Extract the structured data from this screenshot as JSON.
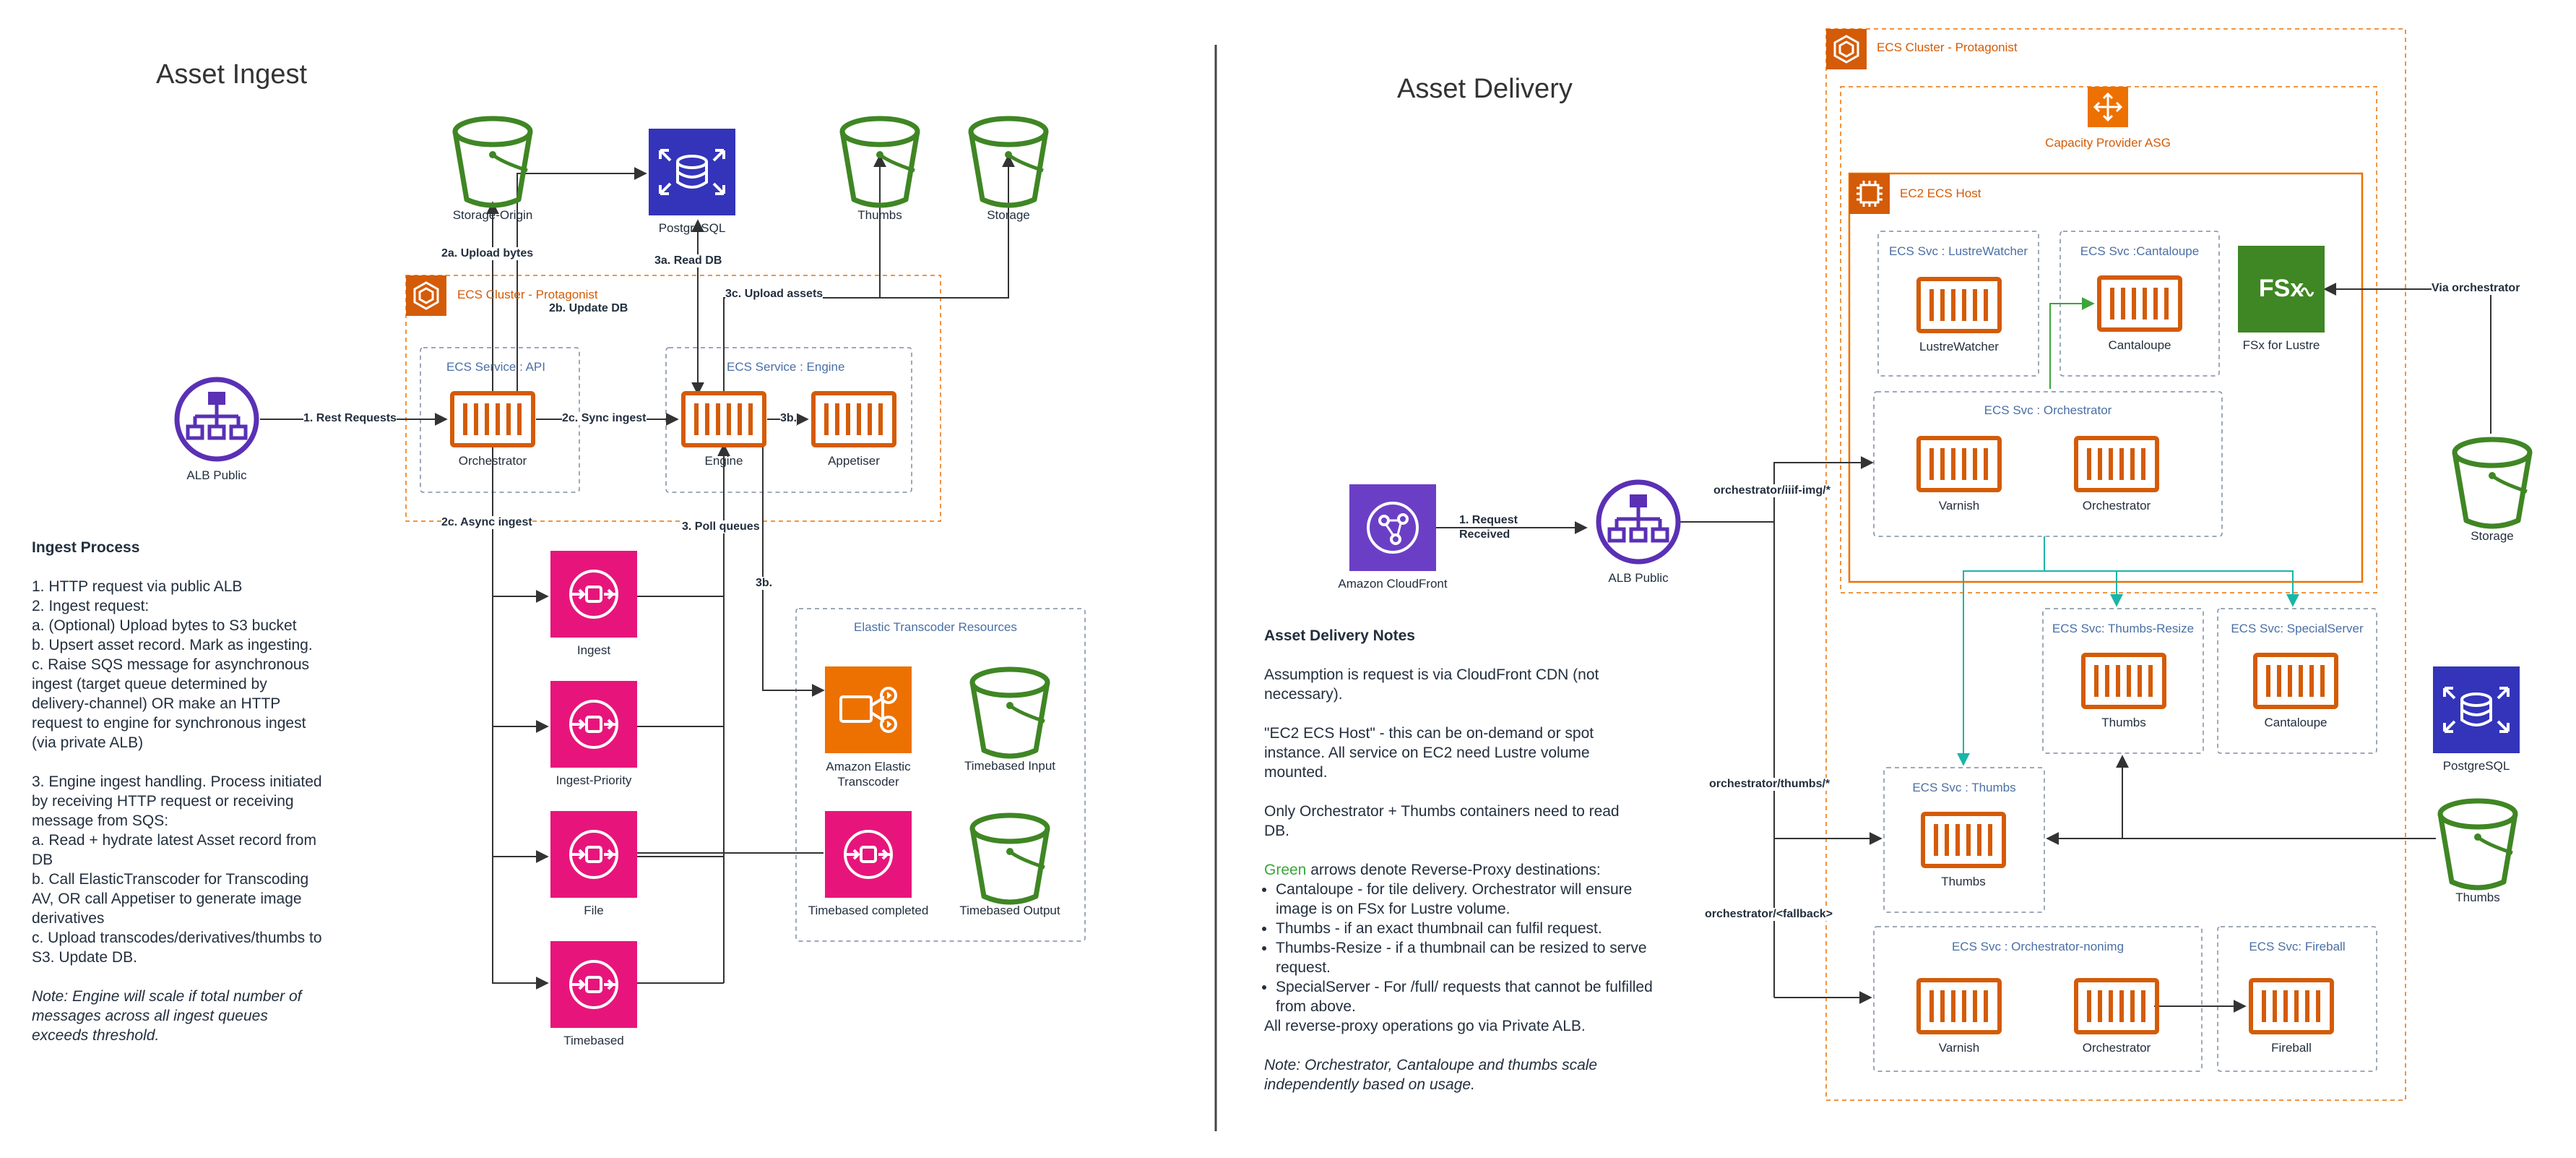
{
  "ingest": {
    "title": "Asset Ingest",
    "cluster_label": "ECS Cluster - Protagonist",
    "svc_api_label": "ECS Service : API",
    "svc_engine_label": "ECS Service : Engine",
    "transcoder_group_label": "Elastic Transcoder Resources",
    "nodes": {
      "storage_origin": "Storage-Origin",
      "postgres": "PostgreSQL",
      "thumbs": "Thumbs",
      "storage": "Storage",
      "alb": "ALB Public",
      "orchestrator": "Orchestrator",
      "engine": "Engine",
      "appetiser": "Appetiser",
      "q_ingest": "Ingest",
      "q_priority": "Ingest-Priority",
      "q_file": "File",
      "q_timebased": "Timebased",
      "transcoder": "Amazon Elastic\nTranscoder",
      "timebased_input": "Timebased Input",
      "timebased_completed": "Timebased completed",
      "timebased_output": "Timebased Output"
    },
    "edges": {
      "rest": "1. Rest Requests",
      "upload_bytes": "2a. Upload bytes",
      "update_db": "2b. Update DB",
      "sync_ingest": "2c. Sync ingest",
      "async_ingest": "2c. Async ingest",
      "read_db": "3a. Read DB",
      "upload_assets": "3c. Upload assets",
      "e3b_right": "3b.",
      "poll": "3. Poll queues",
      "e3b_down": "3b."
    },
    "notes": {
      "heading": "Ingest Process",
      "block1": [
        "1. HTTP request via public ALB",
        "2. Ingest request:",
        "a. (Optional) Upload bytes to S3 bucket",
        "b. Upsert asset record. Mark as ingesting.",
        "c. Raise SQS message for asynchronous",
        "ingest (target queue determined by",
        "delivery-channel) OR make an HTTP",
        "request to engine for synchronous ingest",
        "(via private ALB)"
      ],
      "block2": [
        "3. Engine ingest handling. Process initiated",
        "by receiving HTTP request or receiving",
        "message from SQS:",
        "a. Read + hydrate latest Asset record from",
        "DB",
        "b. Call ElasticTranscoder for Transcoding",
        "AV, OR call Appetiser to generate image",
        "derivatives",
        "c. Upload transcodes/derivatives/thumbs to",
        "S3. Update DB."
      ],
      "note": [
        "Note: Engine will scale if total number of",
        "messages across all ingest queues",
        "exceeds threshold."
      ]
    }
  },
  "delivery": {
    "title": "Asset Delivery",
    "cluster_label": "ECS Cluster - Protagonist",
    "asg_label": "Capacity Provider ASG",
    "host_label": "EC2 ECS Host",
    "svc": {
      "lustrewatcher": "ECS Svc : LustreWatcher",
      "cantaloupe": "ECS Svc :Cantaloupe",
      "orchestrator": "ECS Svc : Orchestrator",
      "thumbs_resize": "ECS Svc: Thumbs-Resize",
      "specialserver": "ECS Svc: SpecialServer",
      "thumbs": "ECS Svc : Thumbs",
      "orch_noimg": "ECS Svc : Orchestrator-nonimg",
      "fireball": "ECS Svc: Fireball"
    },
    "nodes": {
      "lustrewatcher": "LustreWatcher",
      "cantaloupe": "Cantaloupe",
      "fsx": "FSx for Lustre",
      "varnish": "Varnish",
      "orchestrator": "Orchestrator",
      "thumbs_resize": "Thumbs",
      "special_cantaloupe": "Cantaloupe",
      "thumbs": "Thumbs",
      "varnish2": "Varnish",
      "orchestrator2": "Orchestrator",
      "fireball": "Fireball",
      "cloudfront": "Amazon CloudFront",
      "alb": "ALB Public",
      "storage": "Storage",
      "postgres": "PostgreSQL",
      "thumbs_bucket": "Thumbs"
    },
    "edges": {
      "request": "1. Request\nReceived",
      "iiif_img": "orchestrator/iiif-img/*",
      "thumbs": "orchestrator/thumbs/*",
      "fallback": "orchestrator/<fallback>",
      "via_orch": "Via orchestrator"
    },
    "notes": {
      "heading": "Asset Delivery Notes",
      "p1": [
        "Assumption is request is via CloudFront CDN (not",
        "necessary)."
      ],
      "p2": [
        "\"EC2 ECS Host\" - this can be on-demand or spot",
        "instance. All service on EC2 need Lustre volume",
        "mounted."
      ],
      "p3": [
        "Only Orchestrator + Thumbs containers need to read",
        "DB."
      ],
      "green_word": "Green",
      "green_rest": " arrows denote Reverse-Proxy destinations:",
      "bullets": [
        "Cantaloupe - for tile delivery. Orchestrator will ensure image is on FSx for Lustre volume.",
        "Thumbs - if an exact thumbnail can fulfil request.",
        "Thumbs-Resize - if a thumbnail can be resized to serve request.",
        "SpecialServer - For /full/ requests that cannot be fulfilled from above."
      ],
      "after": "All reverse-proxy operations go via Private ALB.",
      "note": [
        "Note: Orchestrator, Cantaloupe and thumbs scale",
        "independently based on usage."
      ]
    }
  },
  "colors": {
    "s3_green": "#3f8624",
    "ecs_orange": "#d45b07",
    "rds_blue": "#3334b9",
    "sqs_pink": "#e7157b",
    "alb_purple": "#5a30b5",
    "fsx_green": "#3f8624",
    "transcoder_orange": "#ed7100",
    "proxy_green": "#3aa53a",
    "proxy_teal": "#1ab5a8"
  }
}
